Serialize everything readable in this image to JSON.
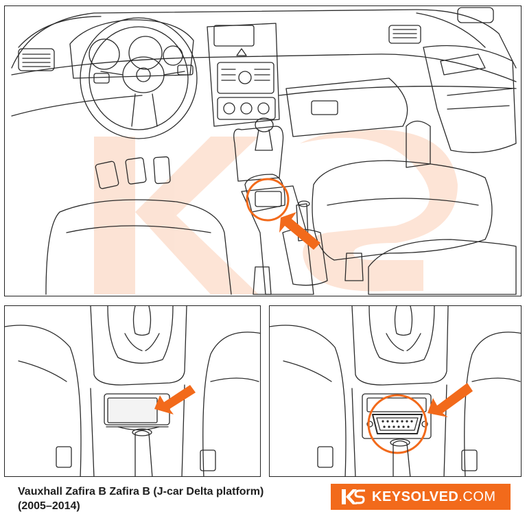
{
  "caption": {
    "line1": "Vauxhall Zafira B Zafira B (J-car Delta platform)",
    "line2": "(2005–2014)"
  },
  "brand": {
    "name": "KEYSOLVED",
    "domain": ".COM",
    "color": "#f26a1b",
    "logo_icon": "ks-logo-icon"
  },
  "colors": {
    "line": "#2a2a2a",
    "accent": "#f26a1b",
    "watermark": "#f6c9ad"
  }
}
